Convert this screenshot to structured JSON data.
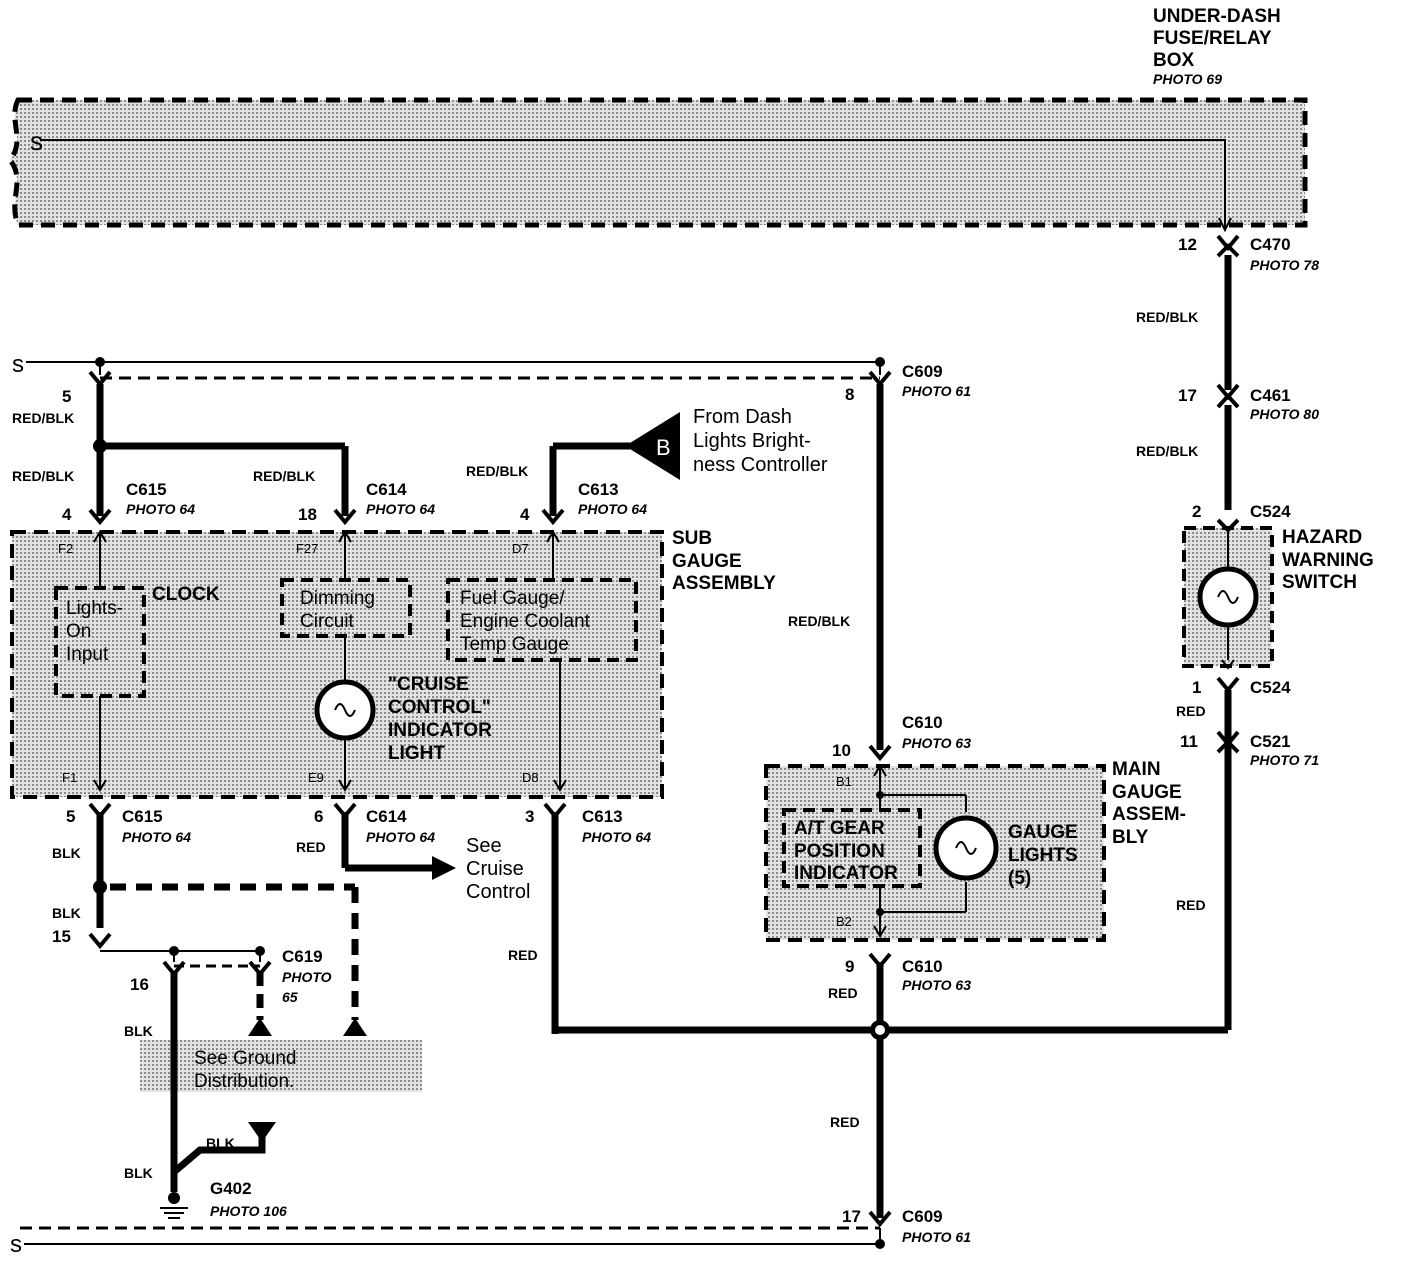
{
  "fuse_box": {
    "l1": "UNDER-DASH",
    "l2": "FUSE/RELAY",
    "l3": "BOX",
    "photo": "PHOTO 69"
  },
  "c470": {
    "pin": "12",
    "name": "C470",
    "photo": "PHOTO 78"
  },
  "c461": {
    "pin": "17",
    "name": "C461",
    "photo": "PHOTO 80"
  },
  "c524_top": {
    "pin": "2",
    "name": "C524"
  },
  "c524_bot": {
    "pin": "1",
    "name": "C524"
  },
  "c521": {
    "pin": "11",
    "name": "C521",
    "photo": "PHOTO 71"
  },
  "hazard": {
    "l1": "HAZARD",
    "l2": "WARNING",
    "l3": "SWITCH"
  },
  "c609_top": {
    "pin": "8",
    "name": "C609",
    "photo": "PHOTO 61"
  },
  "c609_bot": {
    "pin": "17",
    "name": "C609",
    "photo": "PHOTO 61"
  },
  "c610_top": {
    "pin": "10",
    "name": "C610",
    "photo": "PHOTO 63"
  },
  "c610_bot": {
    "pin": "9",
    "name": "C610",
    "photo": "PHOTO 63"
  },
  "c615_top": {
    "pin_a": "5",
    "pin_b": "4",
    "name": "C615",
    "photo": "PHOTO 64"
  },
  "c615_bot": {
    "pin": "5",
    "name": "C615",
    "photo": "PHOTO 64"
  },
  "c614_top": {
    "pin": "18",
    "name": "C614",
    "photo": "PHOTO 64"
  },
  "c614_bot": {
    "pin": "6",
    "name": "C614",
    "photo": "PHOTO 64"
  },
  "c613_top": {
    "pin": "4",
    "name": "C613",
    "photo": "PHOTO 64"
  },
  "c613_bot": {
    "pin": "3",
    "name": "C613",
    "photo": "PHOTO 64"
  },
  "c619": {
    "pin_a": "15",
    "pin_b": "16",
    "name": "C619",
    "photo_l1": "PHOTO",
    "photo_l2": "65"
  },
  "g402": {
    "name": "G402",
    "photo": "PHOTO 106"
  },
  "from_dash": {
    "badge": "B",
    "l1": "From Dash",
    "l2": "Lights Bright-",
    "l3": "ness Controller"
  },
  "sub_gauge": {
    "l1": "SUB",
    "l2": "GAUGE",
    "l3": "ASSEMBLY"
  },
  "main_gauge": {
    "l1": "MAIN",
    "l2": "GAUGE",
    "l3": "ASSEM-",
    "l4": "BLY"
  },
  "clock": {
    "title": "CLOCK",
    "in1": "Lights-",
    "in2": "On",
    "in3": "Input"
  },
  "dimming": {
    "l1": "Dimming",
    "l2": "Circuit"
  },
  "fuel": {
    "l1": "Fuel Gauge/",
    "l2": "Engine Coolant",
    "l3": "Temp Gauge"
  },
  "cruise": {
    "l1": "\"CRUISE",
    "l2": "CONTROL\"",
    "l3": "INDICATOR",
    "l4": "LIGHT"
  },
  "at_gear": {
    "l1": "A/T GEAR",
    "l2": "POSITION",
    "l3": "INDICATOR"
  },
  "gauge_lights": {
    "l1": "GAUGE",
    "l2": "LIGHTS",
    "l3": "(5)"
  },
  "pins": {
    "f2": "F2",
    "f27": "F27",
    "d7": "D7",
    "f1": "F1",
    "e9": "E9",
    "d8": "D8",
    "b1": "B1",
    "b2": "B2"
  },
  "see_cruise": {
    "l1": "See",
    "l2": "Cruise",
    "l3": "Control"
  },
  "see_ground": {
    "l1": "See Ground",
    "l2": "Distribution."
  },
  "wires": {
    "red_blk": "RED/BLK",
    "red": "RED",
    "blk": "BLK"
  },
  "colors": {
    "ink": "#000000",
    "shade": "#c8c8c8",
    "paper": "#ffffff"
  }
}
